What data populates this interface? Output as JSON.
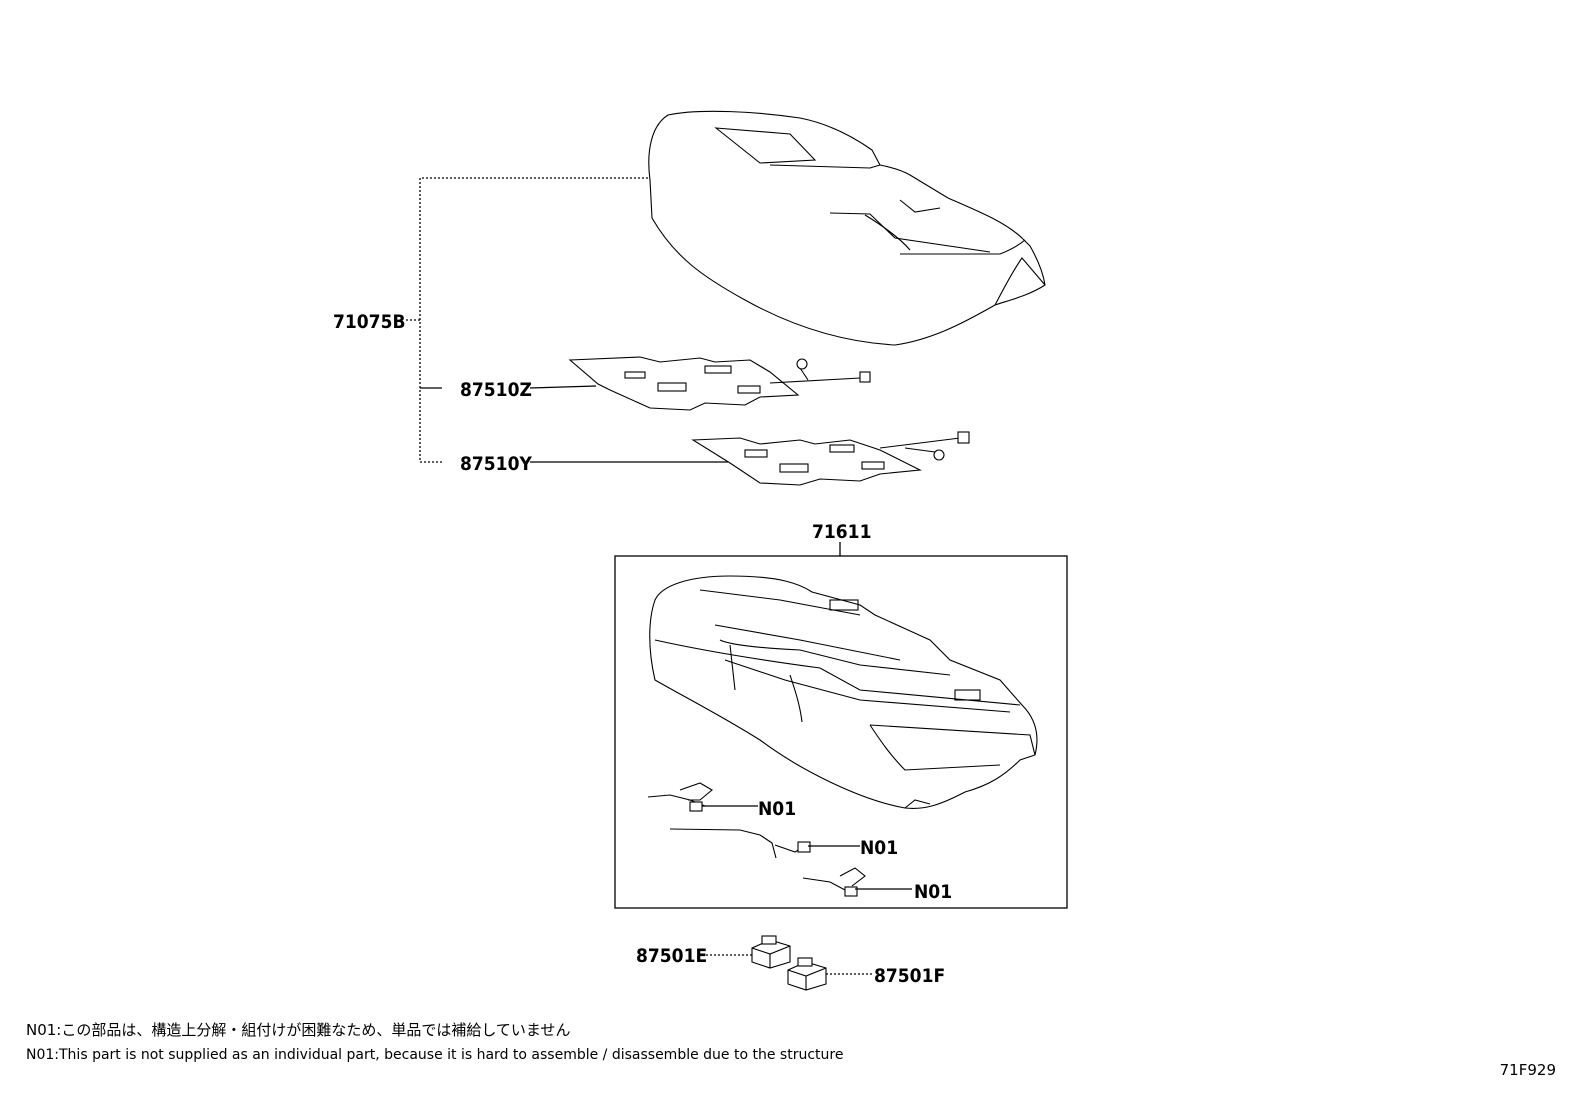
{
  "labels": {
    "seat_cushion_cover": "71075B",
    "heater_element_z": "87510Z",
    "heater_element_y": "87510Y",
    "seat_cushion_assembly": "71611",
    "wire_n01_1": "N01",
    "wire_n01_2": "N01",
    "wire_n01_3": "N01",
    "clip_e": "87501E",
    "clip_f": "87501F"
  },
  "notes": {
    "japanese": "N01:この部品は、構造上分解・組付けが困難なため、単品では補給していません",
    "english": "N01:This part is not supplied as an individual part, because it is hard to assemble / disassemble due to the structure"
  },
  "drawing_id": "71F929"
}
